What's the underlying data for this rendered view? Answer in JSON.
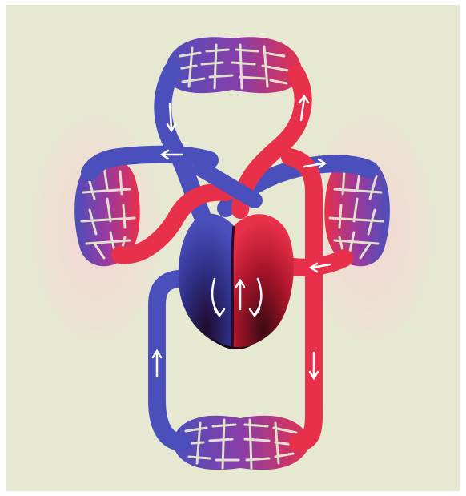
{
  "diagram": {
    "type": "circulatory-system",
    "labels": [],
    "colors": {
      "background": "#e7e8d1",
      "frame": "#ffffff",
      "deoxygenated": "#4b4fbb",
      "oxygenated": "#e8304a",
      "capillary_mix": "#8a3ea8",
      "heart_dark": "#3a0f22",
      "lung_tint": "#f6c9cc",
      "arrow": "#ffffff"
    },
    "parts": [
      "upper-body-capillaries",
      "lower-body-capillaries",
      "left-lung-capillaries",
      "right-lung-capillaries",
      "heart",
      "vena-cava",
      "aorta",
      "pulmonary-artery",
      "pulmonary-vein"
    ]
  }
}
